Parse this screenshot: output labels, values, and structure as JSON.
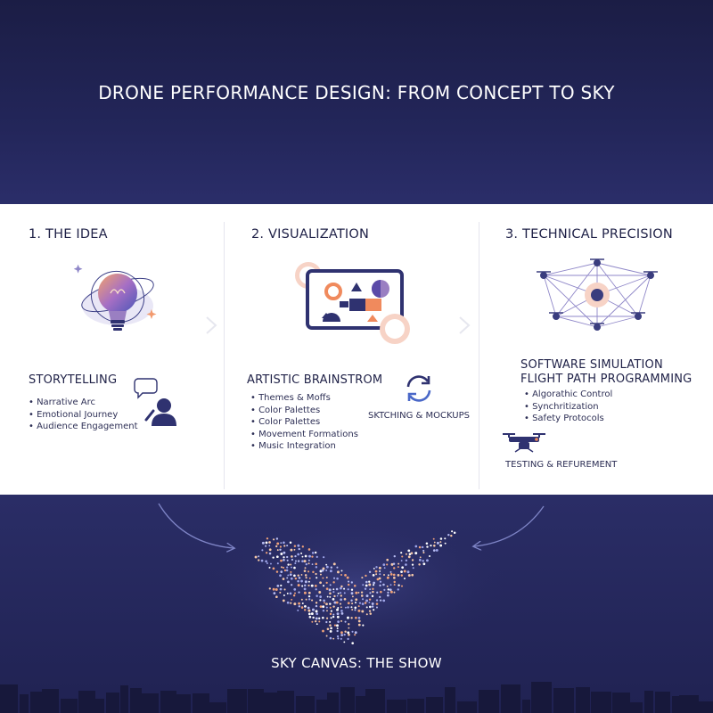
{
  "title": "DRONE PERFORMANCE DESIGN: FROM CONCEPT TO SKY",
  "colors": {
    "background": "#23265a",
    "panel": "#ffffff",
    "ink": "#1f2147",
    "accent_orange": "#f08a5d",
    "accent_purple": "#5b4aa8"
  },
  "columns": [
    {
      "heading": "1. THE IDEA",
      "subheading": "STORYTELLING",
      "bullets": [
        "Narrative Arc",
        "Emotional Journey",
        "Audience Engagement"
      ],
      "icons": [
        "lightbulb-icon",
        "storyteller-icon"
      ]
    },
    {
      "heading": "2. VISUALIZATION",
      "subheading": "ARTISTIC BRAINSTROM",
      "bullets": [
        "Themes & Moffs",
        "Color Palettes",
        "Color Palettes",
        "Movement Formations",
        "Music Integration"
      ],
      "caption": "SKTCHING & MOCKUPS",
      "icons": [
        "tablet-sketch-icon",
        "refresh-icon"
      ]
    },
    {
      "heading": "3. TECHNICAL PRECISION",
      "subheading_lines": [
        "SOFTWARE SIMULATION",
        "FLIGHT PATH PROGRAMMING"
      ],
      "bullets": [
        "Algorathic Control",
        "Synchritization",
        "Safety Protocols"
      ],
      "caption": "TESTING & REFUREMENT",
      "icons": [
        "drone-network-icon",
        "drone-icon"
      ]
    }
  ],
  "finale": {
    "label": "SKY CANVAS: THE SHOW",
    "image": "drone-light-bird-formation"
  }
}
